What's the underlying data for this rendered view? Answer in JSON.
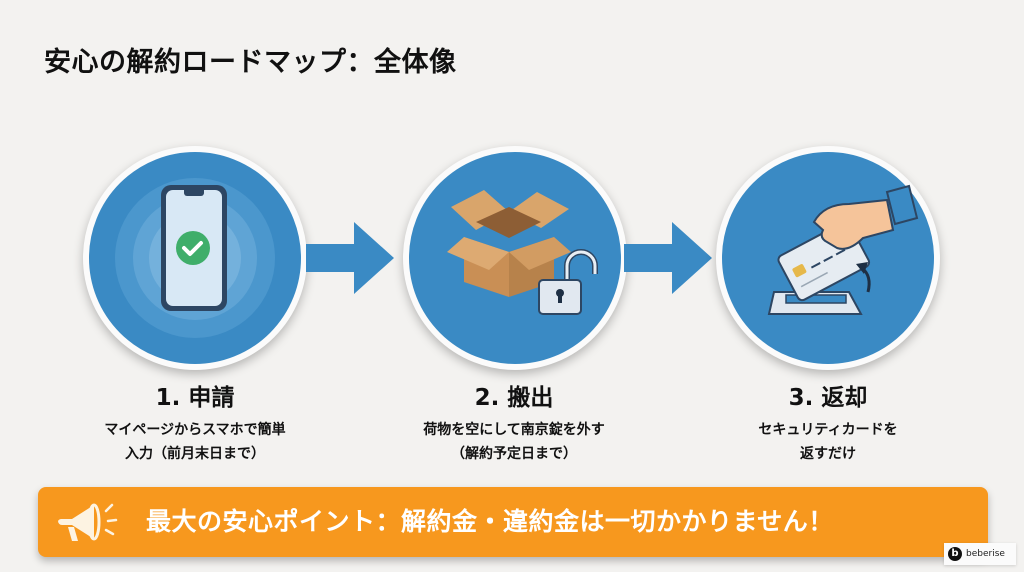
{
  "page": {
    "title": "安心の解約ロードマップ：全体像"
  },
  "steps": [
    {
      "title": "1. 申請",
      "desc_line1": "マイページからスマホで簡単",
      "desc_line2": "入力（前月末日まで）",
      "icon": "smartphone-check-icon"
    },
    {
      "title": "2. 搬出",
      "desc_line1": "荷物を空にして南京錠を外す",
      "desc_line2": "（解約予定日まで）",
      "icon": "box-unlocked-padlock-icon"
    },
    {
      "title": "3. 返却",
      "desc_line1": "セキュリティカードを",
      "desc_line2": "返すだけ",
      "icon": "card-return-icon"
    }
  ],
  "banner": {
    "text": "最大の安心ポイント：解約金・違約金は一切かかりません！",
    "icon": "megaphone-icon"
  },
  "logo": {
    "text": "beberise",
    "mark": "b"
  },
  "colors": {
    "background": "#f3f2f0",
    "circle": "#3a8ac4",
    "arrow": "#3a8ac4",
    "banner": "#f7981e"
  }
}
